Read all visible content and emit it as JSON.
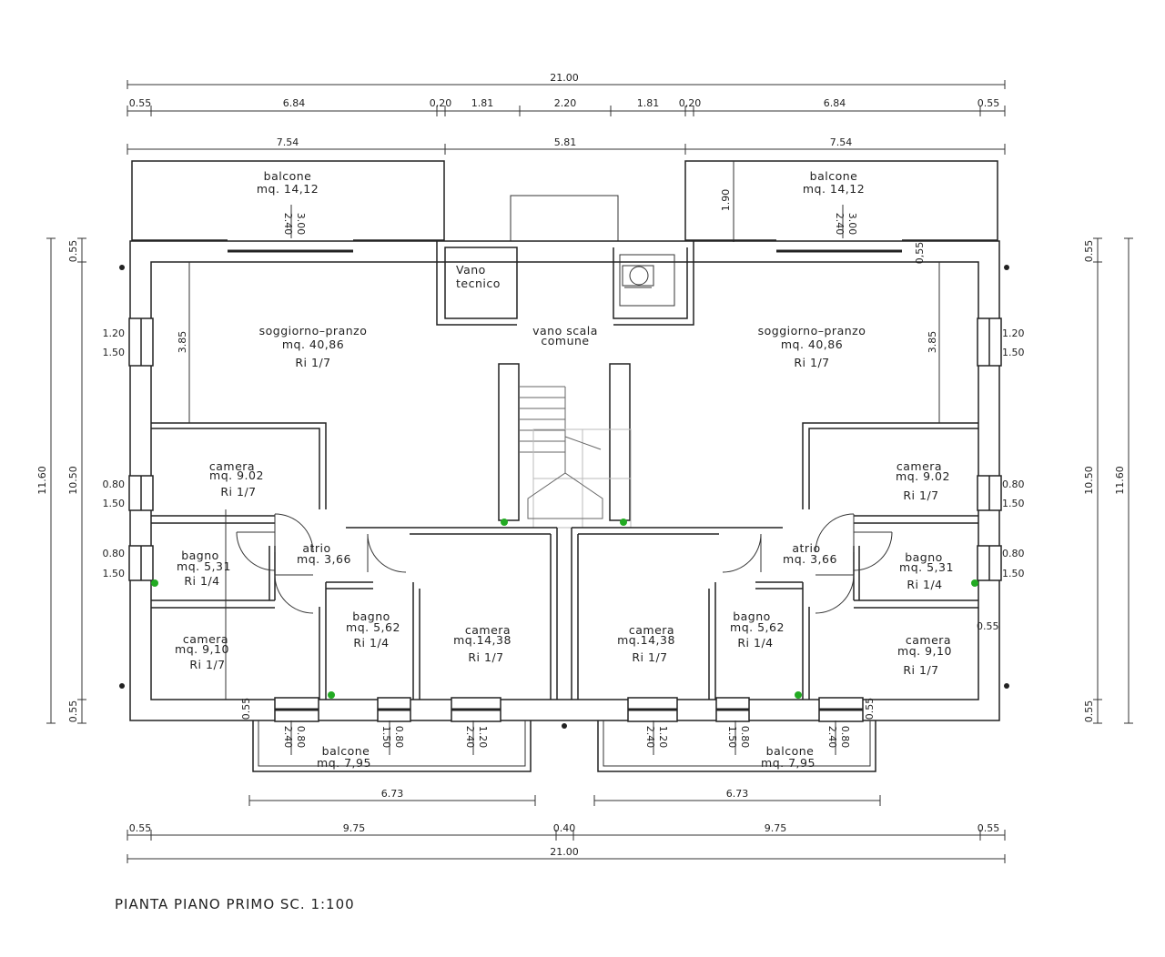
{
  "title": "PIANTA  PIANO  PRIMO  SC.  1:100",
  "dimensions": {
    "top_total": "21.00",
    "top_segments": [
      "0.55",
      "6.84",
      "0,20",
      "1.81",
      "2.20",
      "1.81",
      "0,20",
      "6.84",
      "0.55"
    ],
    "top_blocks": [
      "7.54",
      "5.81",
      "7.54"
    ],
    "bottom_segments": [
      "0.55",
      "9.75",
      "0.40",
      "9.75",
      "0.55"
    ],
    "bottom_total": "21.00",
    "bottom_balcony_left": "6.73",
    "bottom_balcony_right": "6.73",
    "side_total_outer": "11.60",
    "side_total_inner": "10.50",
    "side_top": "0.55",
    "side_bottom": "0.55",
    "balcony_depth_right": "1.90",
    "room_height_left": "3.85",
    "room_height_right": "3.85",
    "stair_width": "0,55",
    "atrio_side": "0.55"
  },
  "windows": {
    "living_left": [
      "1.20",
      "1.50"
    ],
    "living_right": [
      "1.20",
      "1.50"
    ],
    "camera_left": [
      "0.80",
      "1.50"
    ],
    "camera_right": [
      "0.80",
      "1.50"
    ],
    "bagno_left": [
      "0.80",
      "1.50"
    ],
    "bagno_right": [
      "0.80",
      "1.50"
    ],
    "balcony_top_left": [
      "2.40",
      "3.00"
    ],
    "balcony_top_right": [
      "2.40",
      "3.00"
    ],
    "bottom": [
      [
        "2.40",
        "0.80"
      ],
      [
        "1.50",
        "0.80"
      ],
      [
        "2.40",
        "1.20"
      ],
      [
        "2.40",
        "1.20"
      ],
      [
        "1.50",
        "0.80"
      ],
      [
        "2.40",
        "0.80"
      ]
    ],
    "bottom_edge": [
      "0.55",
      "0.55"
    ]
  },
  "rooms": {
    "balcone_top_left": [
      "balcone",
      "mq.  14,12"
    ],
    "balcone_top_right": [
      "balcone",
      "mq.  14,12"
    ],
    "vano_tecnico": [
      "Vano",
      "tecnico"
    ],
    "vano_scala": [
      "vano  scala",
      "comune"
    ],
    "soggiorno_left": [
      "soggiorno–pranzo",
      "mq.  40,86",
      "Ri  1/7"
    ],
    "soggiorno_right": [
      "soggiorno–pranzo",
      "mq.  40,86",
      "Ri  1/7"
    ],
    "camera_left_top": [
      "camera",
      "mq.  9.02",
      "Ri  1/7"
    ],
    "camera_right_top": [
      "camera",
      "mq.  9.02",
      "Ri  1/7"
    ],
    "atrio_left": [
      "atrio",
      "mq.  3,66"
    ],
    "atrio_right": [
      "atrio",
      "mq.  3,66"
    ],
    "bagno_left_small": [
      "bagno",
      "mq.  5,31",
      "Ri  1/4"
    ],
    "bagno_right_small": [
      "bagno",
      "mq.  5,31",
      "Ri  1/4"
    ],
    "bagno_left_mid": [
      "bagno",
      "mq.  5,62",
      "Ri  1/4"
    ],
    "bagno_right_mid": [
      "bagno",
      "mq.  5,62",
      "Ri  1/4"
    ],
    "camera_left_mid": [
      "camera",
      "mq.14,38",
      "Ri  1/7"
    ],
    "camera_right_mid": [
      "camera",
      "mq.14,38",
      "Ri  1/7"
    ],
    "camera_left_bottom": [
      "camera",
      "mq.  9,10",
      "Ri  1/7"
    ],
    "camera_right_bottom": [
      "camera",
      "mq.  9,10",
      "Ri  1/7"
    ],
    "balcone_bottom_left": [
      "balcone",
      "mq.  7,95"
    ],
    "balcone_bottom_right": [
      "balcone",
      "mq.  7,95"
    ]
  },
  "colors": {
    "line": "#222222",
    "marker": "#22aa22"
  }
}
